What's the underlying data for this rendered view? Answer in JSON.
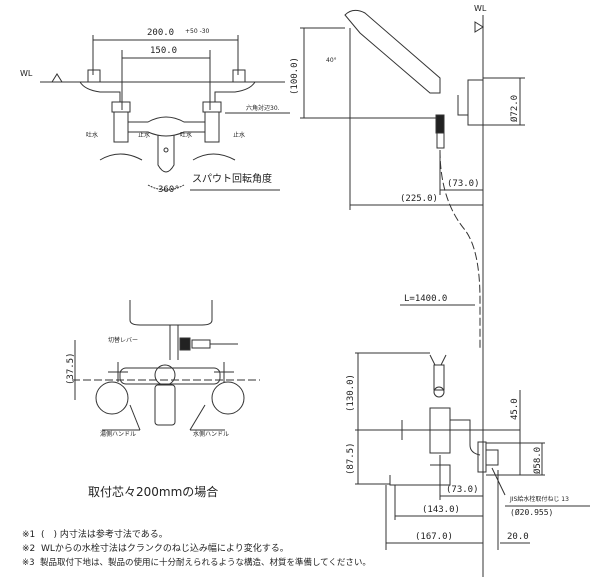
{
  "top_view": {
    "wl_label": "WL",
    "dim_200": "200.0",
    "dim_200_tol": "+50 -30",
    "dim_150": "150.0",
    "hex_label": "六角対辺30.",
    "flow_labels": [
      "吐水",
      "止水",
      "吐水",
      "止水"
    ],
    "spout_rotation_label": "スパウト回転角度",
    "spout_angle": "360°"
  },
  "front_view": {
    "dim_37_5": "(37.5)",
    "lever_label": "切替レバー",
    "hot_handle_label": "湯側ハンドル",
    "cold_handle_label": "水側ハンドル",
    "caption": "取付芯々200mmの場合"
  },
  "side_view": {
    "wl_label": "WL",
    "dim_100": "(100.0)",
    "angle_40": "40°",
    "dia_72": "Ø72.0",
    "dim_73_top": "(73.0)",
    "dim_225": "(225.0)",
    "hose_length": "L=1400.0",
    "dim_130": "(130.0)",
    "dim_87_5": "(87.5)",
    "dim_45": "45.0",
    "dia_58": "Ø58.0",
    "jis_label": "JIS給水栓取付ねじ 13",
    "jis_dia": "(Ø20.955)",
    "dim_73_bottom": "(73.0)",
    "dim_143": "(143.0)",
    "dim_167": "(167.0)",
    "dim_20": "20.0"
  },
  "notes": [
    {
      "mark": "※1",
      "text": "(　) 内寸法は参考寸法である。"
    },
    {
      "mark": "※2",
      "text": "WLからの水栓寸法はクランクのねじ込み幅により変化する。"
    },
    {
      "mark": "※3",
      "text": "製品取付下地は、製品の使用に十分耐えられるような構造、材質を準備してください。"
    }
  ]
}
